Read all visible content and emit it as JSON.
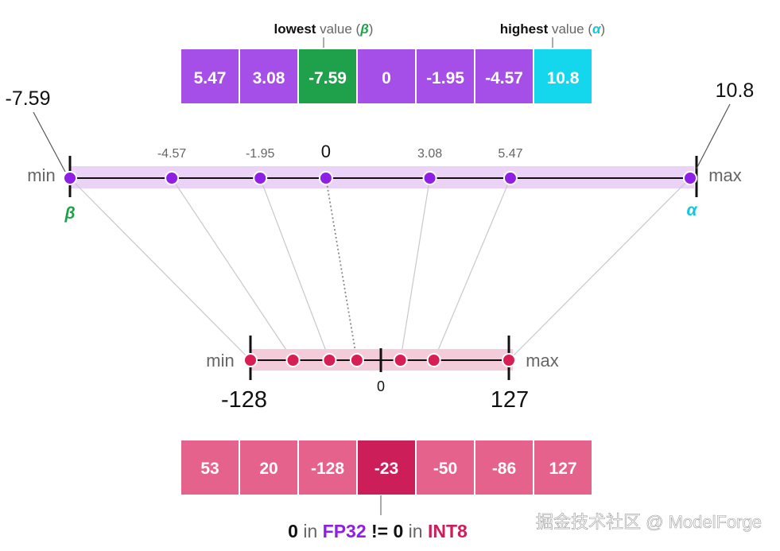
{
  "top_annotations": {
    "lowest_bold": "lowest",
    "lowest_rest": " value (",
    "lowest_symbol": "β",
    "lowest_close": ")",
    "highest_bold": "highest",
    "highest_rest": " value (",
    "highest_symbol": "α",
    "highest_close": ")"
  },
  "fp32_values": [
    5.47,
    3.08,
    -7.59,
    0,
    -1.95,
    -4.57,
    10.8
  ],
  "fp32_labels": [
    "5.47",
    "3.08",
    "-7.59",
    "0",
    "-1.95",
    "-4.57",
    "10.8"
  ],
  "int8_values": [
    53,
    20,
    -128,
    -23,
    -50,
    -86,
    127
  ],
  "int8_labels": [
    "53",
    "20",
    "-128",
    "-23",
    "-50",
    "-86",
    "127"
  ],
  "fp32_axis": {
    "min_label": "min",
    "max_label": "max",
    "beta_symbol": "β",
    "alpha_symbol": "α",
    "beta_value": "-7.59",
    "alpha_value": "10.8",
    "point_labels": [
      "-4.57",
      "-1.95",
      "0",
      "3.08",
      "5.47"
    ],
    "range": [
      -7.59,
      10.8
    ]
  },
  "int8_axis": {
    "min_label": "min",
    "max_label": "max",
    "min_value": "-128",
    "max_value": "127",
    "zero_label": "0",
    "range": [
      -128,
      127
    ]
  },
  "bottom_caption": {
    "part1": "0",
    "part2": " in ",
    "part3": "FP32",
    "part4": " != ",
    "part5": "0",
    "part6": " in ",
    "part7": "INT8"
  },
  "watermark": "掘金技术社区 @ ModelForge",
  "colors": {
    "purple_cell": "#a64fe8",
    "green_cell": "#1ea14a",
    "cyan_cell": "#14d6ec",
    "pink_cell": "#e4628c",
    "crimson_cell": "#cc1f5a",
    "purple_dot": "#8f1ee6",
    "red_dot": "#d81f55",
    "beta_green": "#1ea14a",
    "alpha_cyan": "#12c7dd",
    "fp32_text": "#8f1ee6",
    "int8_text": "#cc1f5a"
  }
}
